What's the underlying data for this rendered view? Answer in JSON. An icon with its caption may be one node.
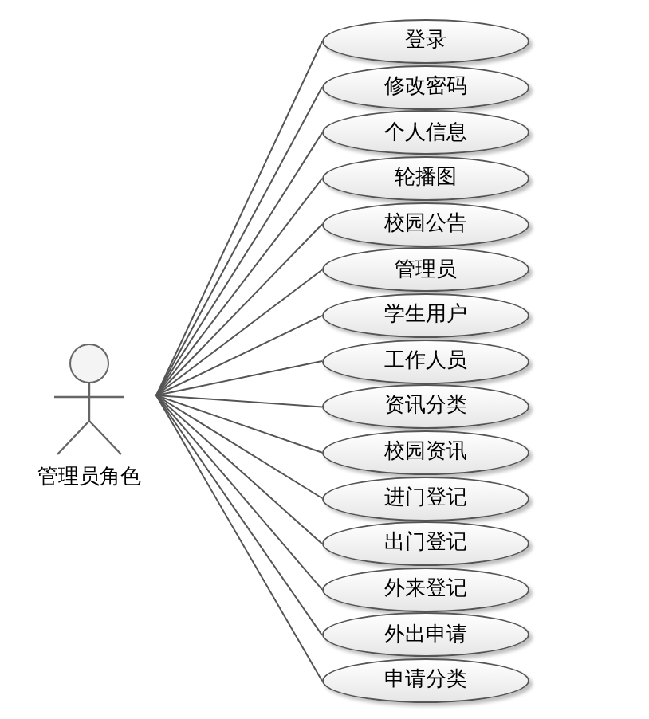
{
  "diagram": {
    "nodes": [
      {
        "text": [
          "管理员角色"
        ]
      },
      {
        "text": [
          "登录"
        ]
      },
      {
        "text": [
          "修改密码"
        ]
      },
      {
        "text": [
          "个人信息"
        ]
      },
      {
        "text": [
          "轮播图"
        ]
      },
      {
        "text": [
          "校园公告"
        ]
      },
      {
        "text": [
          "管理员"
        ]
      },
      {
        "text": [
          "学生用户"
        ]
      },
      {
        "text": [
          "工作人员"
        ]
      },
      {
        "text": [
          "资讯分类"
        ]
      },
      {
        "text": [
          "校园资讯"
        ]
      },
      {
        "text": [
          "进门登记"
        ]
      },
      {
        "text": [
          "出门登记"
        ]
      },
      {
        "text": [
          "外来登记"
        ]
      },
      {
        "text": [
          "外出申请"
        ]
      },
      {
        "text": [
          "申请分类"
        ]
      }
    ],
    "edges": [
      {
        "from": 0,
        "to": 1,
        "arrow": "none"
      },
      {
        "from": 0,
        "to": 2,
        "arrow": "none"
      },
      {
        "from": 0,
        "to": 3,
        "arrow": "none"
      },
      {
        "from": 0,
        "to": 4,
        "arrow": "none"
      },
      {
        "from": 0,
        "to": 5,
        "arrow": "none"
      },
      {
        "from": 0,
        "to": 6,
        "arrow": "none"
      },
      {
        "from": 0,
        "to": 7,
        "arrow": "none"
      },
      {
        "from": 0,
        "to": 8,
        "arrow": "none"
      },
      {
        "from": 0,
        "to": 9,
        "arrow": "none"
      },
      {
        "from": 0,
        "to": 10,
        "arrow": "none"
      },
      {
        "from": 0,
        "to": 11,
        "arrow": "none"
      },
      {
        "from": 0,
        "to": 12,
        "arrow": "none"
      },
      {
        "from": 0,
        "to": 13,
        "arrow": "none"
      },
      {
        "from": 0,
        "to": 14,
        "arrow": "none"
      },
      {
        "from": 0,
        "to": 15,
        "arrow": "none"
      }
    ]
  }
}
